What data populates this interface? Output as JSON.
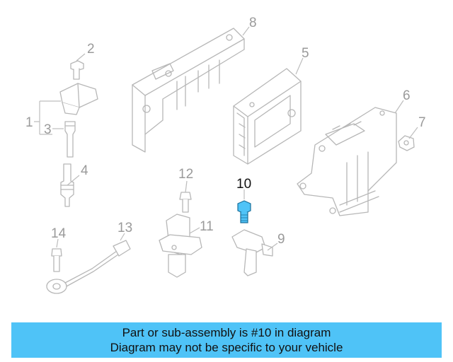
{
  "diagram": {
    "highlight_color": "#4fc3f7",
    "line_color": "#b7b7b7",
    "callouts": [
      {
        "id": "c1",
        "text": "1",
        "highlight": false
      },
      {
        "id": "c2",
        "text": "2",
        "highlight": false
      },
      {
        "id": "c3",
        "text": "3",
        "highlight": false
      },
      {
        "id": "c4",
        "text": "4",
        "highlight": false
      },
      {
        "id": "c5",
        "text": "5",
        "highlight": false
      },
      {
        "id": "c6",
        "text": "6",
        "highlight": false
      },
      {
        "id": "c7",
        "text": "7",
        "highlight": false
      },
      {
        "id": "c8",
        "text": "8",
        "highlight": false
      },
      {
        "id": "c9",
        "text": "9",
        "highlight": false
      },
      {
        "id": "c10",
        "text": "10",
        "highlight": true
      },
      {
        "id": "c11",
        "text": "11",
        "highlight": false
      },
      {
        "id": "c12",
        "text": "12",
        "highlight": false
      },
      {
        "id": "c13",
        "text": "13",
        "highlight": false
      },
      {
        "id": "c14",
        "text": "14",
        "highlight": false
      }
    ]
  },
  "banner": {
    "line1": "Part or sub-assembly is #10 in diagram",
    "line2": "Diagram may not be specific to your vehicle",
    "background_color": "#4fc3f7"
  }
}
